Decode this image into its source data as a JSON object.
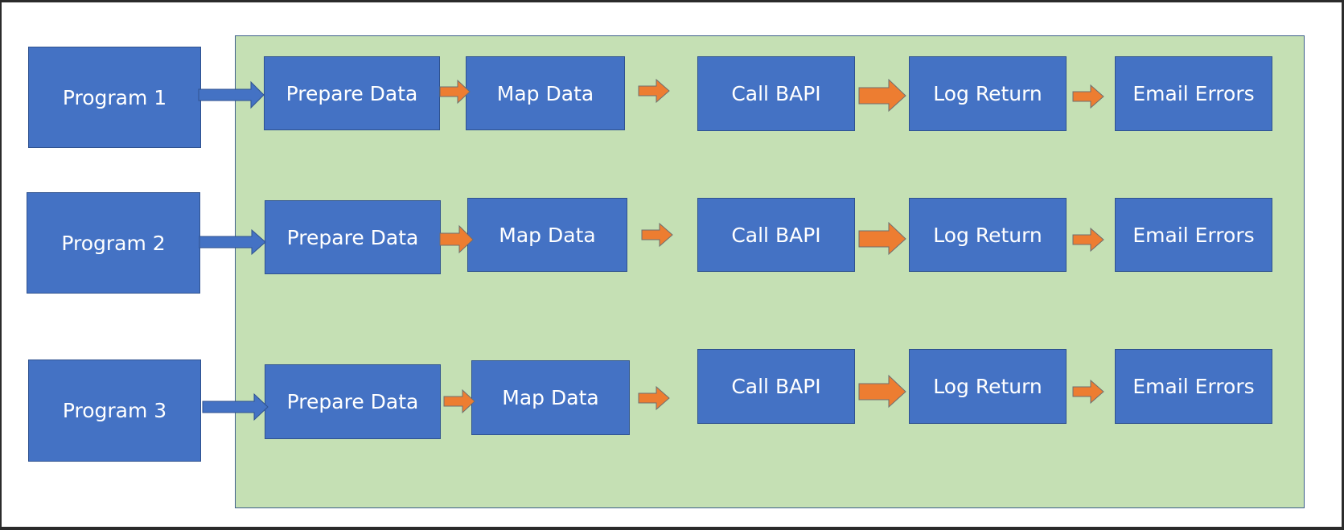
{
  "rows": [
    {
      "program": "Program 1",
      "steps": [
        "Prepare Data",
        "Map Data",
        "Call BAPI",
        "Log Return",
        "Email Errors"
      ]
    },
    {
      "program": "Program 2",
      "steps": [
        "Prepare Data",
        "Map Data",
        "Call BAPI",
        "Log Return",
        "Email Errors"
      ]
    },
    {
      "program": "Program 3",
      "steps": [
        "Prepare Data",
        "Map Data",
        "Call BAPI",
        "Log Return",
        "Email Errors"
      ]
    }
  ],
  "colors": {
    "box_fill": "#4472c4",
    "box_border": "#2f528f",
    "panel_fill": "#c5e0b4",
    "arrow_orange": "#ed7d31",
    "arrow_blue": "#4472c4"
  }
}
